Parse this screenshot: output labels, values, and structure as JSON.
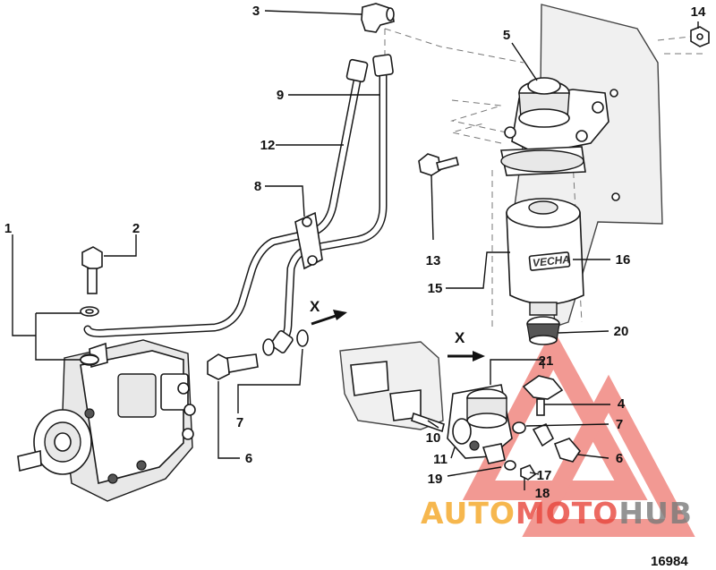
{
  "figure_number": "16984",
  "view_marker": "X",
  "callouts": [
    "1",
    "2",
    "3",
    "4",
    "5",
    "6",
    "6",
    "7",
    "7",
    "8",
    "9",
    "10",
    "11",
    "12",
    "13",
    "14",
    "15",
    "16",
    "17",
    "18",
    "19",
    "20",
    "21"
  ],
  "filter_brand_label": "VECHA",
  "watermark": {
    "part1": "AUTO",
    "part2": "MOTO",
    "part3": "HUB",
    "colors": {
      "orange": "#f5a623",
      "red": "#e8463c",
      "grey": "#7a7a7a"
    }
  }
}
